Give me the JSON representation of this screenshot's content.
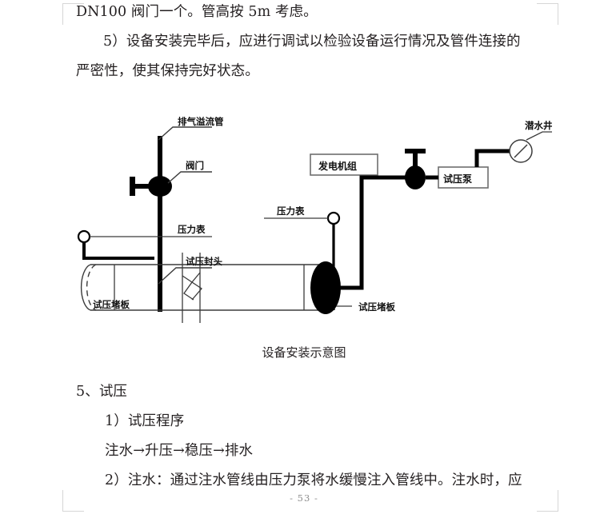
{
  "document": {
    "page_number_label": "- 53 -"
  },
  "body": {
    "line1": "DN100 阀门一个。管高按 5m 考虑。",
    "line2": "5）设备安装完毕后，应进行调试以检验设备运行情况及管件连接的",
    "line3": "严密性，使其保持完好状态。",
    "heading5": "5、试压",
    "item1": "1）试压程序",
    "flow": "注水→升压→稳压→排水",
    "item2": "2）注水：通过注水管线由压力泵将水缓慢注入管线中。注水时，应"
  },
  "figure": {
    "caption": "设备安装示意图",
    "labels": {
      "vent_overflow_pipe": "排气溢流管",
      "valve": "阀门",
      "pressure_gauge_left": "压力表",
      "pressure_gauge_right": "压力表",
      "test_head": "试压封头",
      "blind_plate_left": "试压堵板",
      "blind_plate_right": "试压堵板",
      "generator_set": "发电机组",
      "test_pump": "试压泵",
      "water_well": "潜水井"
    },
    "colors": {
      "ink": "#000000",
      "thin_line": "#3b3b3b",
      "box_border": "#6e6e6e"
    }
  }
}
